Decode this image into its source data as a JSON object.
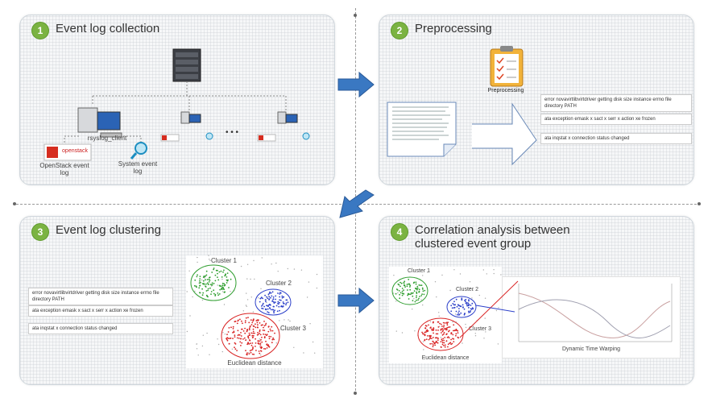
{
  "panels": {
    "p1": {
      "num": "1",
      "title": "Event log collection"
    },
    "p2": {
      "num": "2",
      "title": "Preprocessing"
    },
    "p3": {
      "num": "3",
      "title": "Event log clustering"
    },
    "p4": {
      "num": "4",
      "title": "Correlation analysis between clustered event group"
    }
  },
  "p1": {
    "rsyslog_client": "rsyslog_client",
    "openstack_logo": "openstack",
    "openstack_log": "OpenStack event log",
    "system_log": "System event log",
    "ellipsis": "• • •"
  },
  "p2": {
    "caption": "Preprocessing",
    "results": [
      "error novavirtlibvirtdriver getting disk size instance errno file directory PATH",
      "ata exception emask x sact x serr x action xe frozen",
      "ata inqstat x connection status changed"
    ]
  },
  "p3": {
    "results": [
      "error novavirtlibvirtdriver getting disk size instance errno file directory PATH",
      "ata exception emask x sact x serr x action xe frozen",
      "ata inqstat x connection status changed"
    ],
    "clusters": [
      "Cluster 1",
      "Cluster 2",
      "Cluster 3"
    ],
    "xlabel": "Euclidean distance"
  },
  "p4": {
    "clusters": [
      "Cluster 1",
      "Cluster 2",
      "Cluster 3"
    ],
    "xlabel": "Euclidean distance",
    "dtw_label": "Dynamic Time Warping"
  },
  "colors": {
    "panel_border": "#cfd6dc",
    "number_badge": "#7bb342",
    "arrow": "#3a78c2",
    "cluster1": "#2f9e2f",
    "cluster2": "#2b3fc9",
    "cluster3": "#d92323"
  }
}
